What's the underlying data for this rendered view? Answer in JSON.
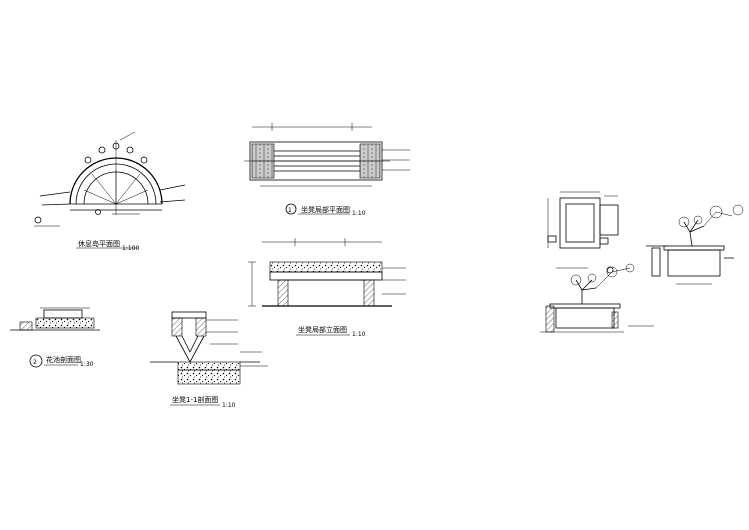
{
  "drawing": {
    "plan_title": "休息岛平面图",
    "plan_scale": "1:100",
    "bench_plan_title": "坐凳局部平面图",
    "bench_plan_scale": "1:10",
    "bench_plan_number": "1",
    "bench_elev_title": "坐凳局部立面图",
    "bench_elev_scale": "1:10",
    "planter_section_title": "花池剖面图",
    "planter_section_scale": "1:30",
    "planter_section_number": "2",
    "bench_section_title": "坐凳1-1剖面图",
    "bench_section_scale": "1:10"
  }
}
